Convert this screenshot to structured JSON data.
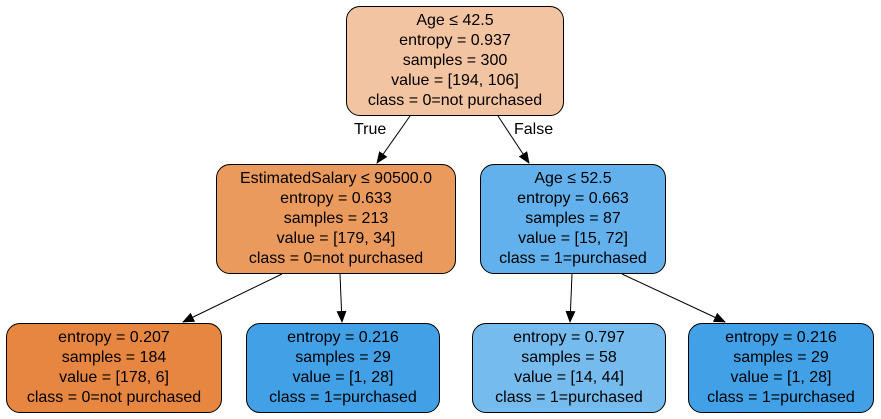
{
  "tree": {
    "edge_labels": {
      "true": "True",
      "false": "False"
    },
    "nodes": [
      {
        "id": "root",
        "fill": "#f3c4a1",
        "lines": [
          "Age ≤ 42.5",
          "entropy = 0.937",
          "samples = 300",
          "value = [194, 106]",
          "class = 0=not purchased"
        ]
      },
      {
        "id": "left",
        "fill": "#eb9a5e",
        "lines": [
          "EstimatedSalary ≤ 90500.0",
          "entropy = 0.633",
          "samples = 213",
          "value = [179, 34]",
          "class = 0=not purchased"
        ]
      },
      {
        "id": "right",
        "fill": "#62b1ec",
        "lines": [
          "Age ≤ 52.5",
          "entropy = 0.663",
          "samples = 87",
          "value = [15, 72]",
          "class = 1=purchased"
        ]
      },
      {
        "id": "left-left",
        "fill": "#e68641",
        "lines": [
          "entropy = 0.207",
          "samples = 184",
          "value = [178, 6]",
          "class = 0=not purchased"
        ]
      },
      {
        "id": "left-right",
        "fill": "#41a0e6",
        "lines": [
          "entropy = 0.216",
          "samples = 29",
          "value = [1, 28]",
          "class = 1=purchased"
        ]
      },
      {
        "id": "right-left",
        "fill": "#76bbee",
        "lines": [
          "entropy = 0.797",
          "samples = 58",
          "value = [14, 44]",
          "class = 1=purchased"
        ]
      },
      {
        "id": "right-right",
        "fill": "#41a0e6",
        "lines": [
          "entropy = 0.216",
          "samples = 29",
          "value = [1, 28]",
          "class = 1=purchased"
        ]
      }
    ]
  }
}
